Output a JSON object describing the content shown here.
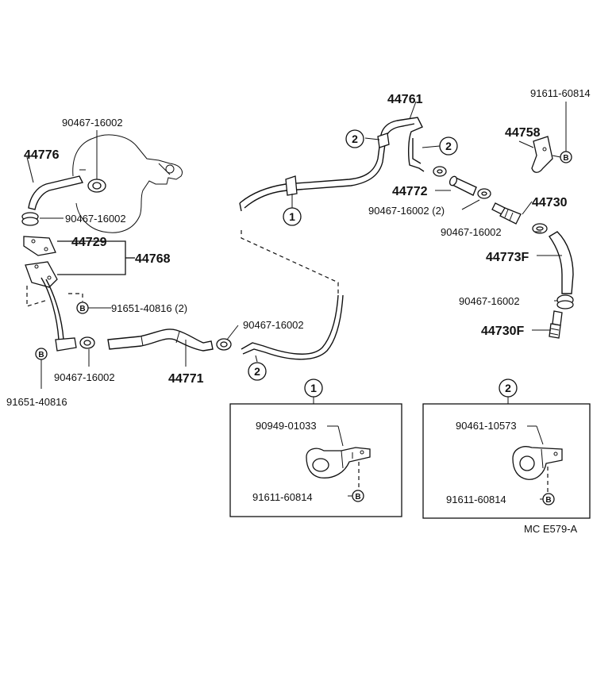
{
  "diagram": {
    "code": "MC E579-A",
    "parts": {
      "p44761": "44761",
      "p44776": "44776",
      "p44758": "44758",
      "p44772": "44772",
      "p44730": "44730",
      "p44729": "44729",
      "p44768": "44768",
      "p44773f": "44773F",
      "p44730f": "44730F",
      "p44771": "44771",
      "p91611_top": "91611-60814",
      "p90467_top": "90467-16002",
      "p90467_left": "90467-16002",
      "p90467_2": "90467-16002 (2)",
      "p90467_right1": "90467-16002",
      "p90467_right2": "90467-16002",
      "p90467_mid": "90467-16002",
      "p90467_bottom": "90467-16002",
      "p91651_2": "91651-40816 (2)",
      "p91651": "91651-40816"
    },
    "markers": {
      "m1": "1",
      "m2": "2",
      "bolt": "B"
    },
    "detail1": {
      "marker": "1",
      "clamp": "90949-01033",
      "bolt": "91611-60814"
    },
    "detail2": {
      "marker": "2",
      "clamp": "90461-10573",
      "bolt": "91611-60814"
    }
  }
}
